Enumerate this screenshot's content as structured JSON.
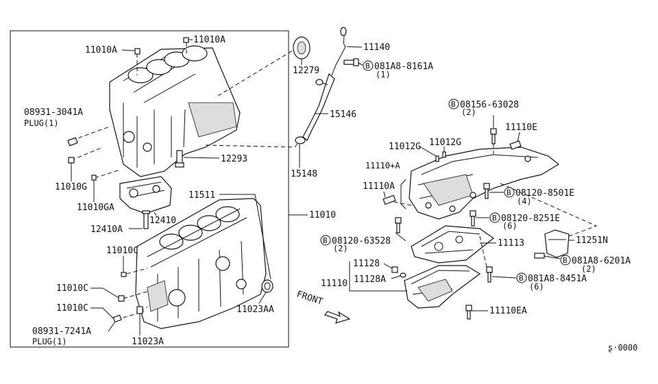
{
  "labels": {
    "l11010A": "11010A",
    "l11010A_left": "11010A",
    "l12279": "12279",
    "l11140": "11140",
    "l081A8_8161A": "081A8-8161A",
    "l081A8_8161A_qty": "(1)",
    "l08931_3041A": "08931-3041A",
    "plug1_top": "PLUG(1)",
    "l15146": "15146",
    "l12293": "12293",
    "l15148": "15148",
    "l11010G": "11010G",
    "l11010GA": "11010GA",
    "l12410": "12410",
    "l12410A": "12410A",
    "l11511": "11511",
    "l11010": "11010",
    "l11010C_a": "11010C",
    "l11010C_b": "11010C",
    "l11010C_c": "11010C",
    "l08931_7241A": "08931-7241A",
    "plug1_bottom": "PLUG(1)",
    "l11023A": "11023A",
    "l11023AA": "11023AA",
    "l08156_63028": "08156-63028",
    "l08156_63028_qty": "(2)",
    "l11110E": "11110E",
    "l11012G_a": "11012G",
    "l11012G_b": "11012G",
    "l11110plusA": "11110+A",
    "l11110A": "11110A",
    "l08120_8501E": "08120-8501E",
    "l08120_8501E_qty": "(4)",
    "l08120_8251E": "08120-8251E",
    "l08120_8251E_qty": "(6)",
    "l08120_63528": "08120-63528",
    "l08120_63528_qty": "(2)",
    "l11113": "11113",
    "l11251N": "11251N",
    "l11128": "11128",
    "l11128A": "11128A",
    "l11110": "11110",
    "l081A8_6201A": "081A8-6201A",
    "l081A8_6201A_qty": "(2)",
    "l081A8_8451A": "081A8-8451A",
    "l081A8_8451A_qty": "(6)",
    "l11110EA": "11110EA",
    "front": "FRONT",
    "page_code": "ʂ·0000",
    "bolt_symbol": "B"
  }
}
